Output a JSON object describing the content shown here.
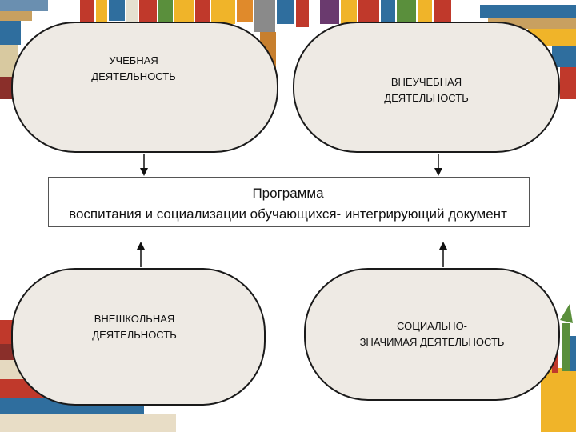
{
  "boxes": {
    "academic": "УЧЕБНАЯ\nДЕЯТЕЛЬНОСТЬ",
    "extracurricular": "ВНЕУЧЕБНАЯ\nДЕЯТЕЛЬНОСТЬ",
    "out_of_school": "ВНЕШКОЛЬНАЯ\nДЕЯТЕЛЬНОСТЬ",
    "socially_significant": "СОЦИАЛЬНО-\nЗНАЧИМАЯ ДЕЯТЕЛЬНОСТЬ"
  },
  "center": {
    "title": "Программа\nвоспитания  и социализации обучающихся- интегрирующий документ"
  },
  "colors": {
    "pill_fill": "#eeeae4",
    "pill_border": "#1a1a1a",
    "book_red": "#c0392b",
    "book_yellow": "#f0b429",
    "book_blue": "#2f6e9e",
    "book_green": "#5a8f3c"
  }
}
